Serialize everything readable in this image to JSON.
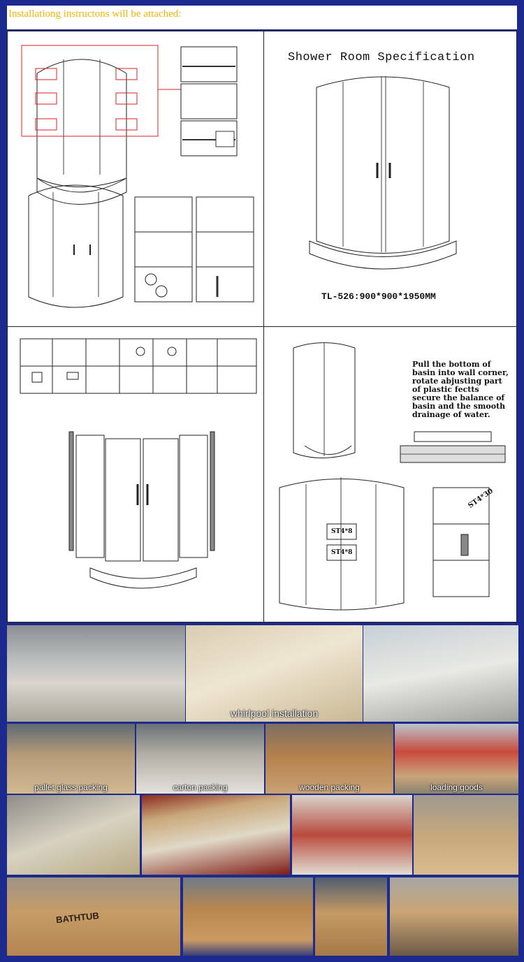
{
  "header": {
    "text": "Installationg instructons will be attached:"
  },
  "spec_panel": {
    "title": "Shower Room Specification",
    "model": "TL-526:900*900*1950MM"
  },
  "basin_note": "Pull the bottom of basin into wall corner, rotate abjusting part of plastic fectts secure the balance of basin and the smooth drainage of water.",
  "screw_labels": {
    "a": "ST4*30",
    "b": "ST4*8",
    "c": "ST4*8"
  },
  "photos": {
    "row1": [
      {
        "caption": ""
      },
      {
        "caption": "whirlpool installation"
      },
      {
        "caption": ""
      }
    ],
    "row2": [
      {
        "caption": "pallet glass packing"
      },
      {
        "caption": "carton packing"
      },
      {
        "caption": "wooden packing"
      },
      {
        "caption": "loading goods"
      }
    ],
    "bathtub_label": "BATHTUB"
  },
  "colors": {
    "background": "#1c2a8e",
    "header_text": "#f4b400"
  }
}
